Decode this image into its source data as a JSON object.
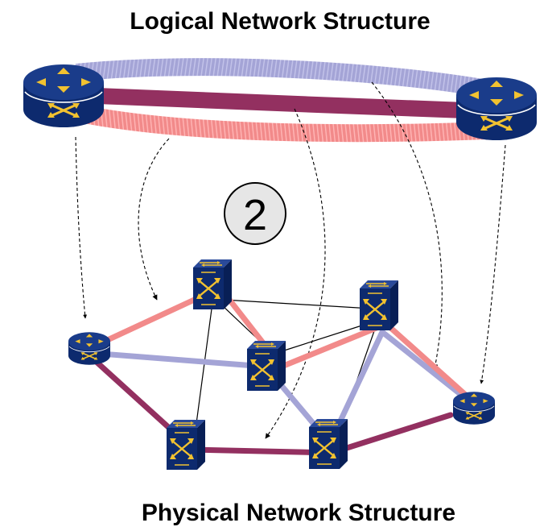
{
  "logical_title": "Logical Network Structure",
  "physical_title": "Physical Network Structure",
  "step_label": "2",
  "colors": {
    "router_body": "#0d2a6e",
    "router_top": "#1a3c8a",
    "icon_arrow": "#f2c230",
    "path_lilac": "#a4a4d6",
    "path_plum": "#933060",
    "path_salmon": "#f28a8a",
    "mapping_arrow": "#000000",
    "physical_link": "#000000",
    "step_circle_fill": "#e6e6e6"
  },
  "logical_network": {
    "routers": [
      {
        "id": "logical-router-left",
        "icon": "router-icon"
      },
      {
        "id": "logical-router-right",
        "icon": "router-icon"
      }
    ],
    "tunnels": [
      {
        "id": "tunnel-lilac",
        "color": "path_lilac",
        "style": "striped"
      },
      {
        "id": "tunnel-plum",
        "color": "path_plum",
        "style": "solid"
      },
      {
        "id": "tunnel-salmon",
        "color": "path_salmon",
        "style": "striped"
      }
    ]
  },
  "physical_network": {
    "edge_routers": [
      {
        "id": "edge-router-left",
        "icon": "router-icon"
      },
      {
        "id": "edge-router-right",
        "icon": "router-icon"
      }
    ],
    "switches": [
      {
        "id": "switch-top-left",
        "icon": "atm-switch-icon"
      },
      {
        "id": "switch-center",
        "icon": "atm-switch-icon"
      },
      {
        "id": "switch-top-right",
        "icon": "atm-switch-icon"
      },
      {
        "id": "switch-bottom-left",
        "icon": "atm-switch-icon"
      },
      {
        "id": "switch-bottom-center",
        "icon": "atm-switch-icon"
      }
    ],
    "paths": [
      {
        "id": "path-salmon",
        "color": "path_salmon",
        "hops": [
          "edge-router-left",
          "switch-top-left",
          "switch-center",
          "switch-top-right",
          "edge-router-right"
        ]
      },
      {
        "id": "path-lilac",
        "color": "path_lilac",
        "hops": [
          "edge-router-left",
          "switch-center",
          "switch-bottom-center",
          "switch-top-right",
          "edge-router-right"
        ]
      },
      {
        "id": "path-plum",
        "color": "path_plum",
        "hops": [
          "edge-router-left",
          "switch-bottom-left",
          "switch-bottom-center",
          "edge-router-right"
        ]
      }
    ]
  }
}
